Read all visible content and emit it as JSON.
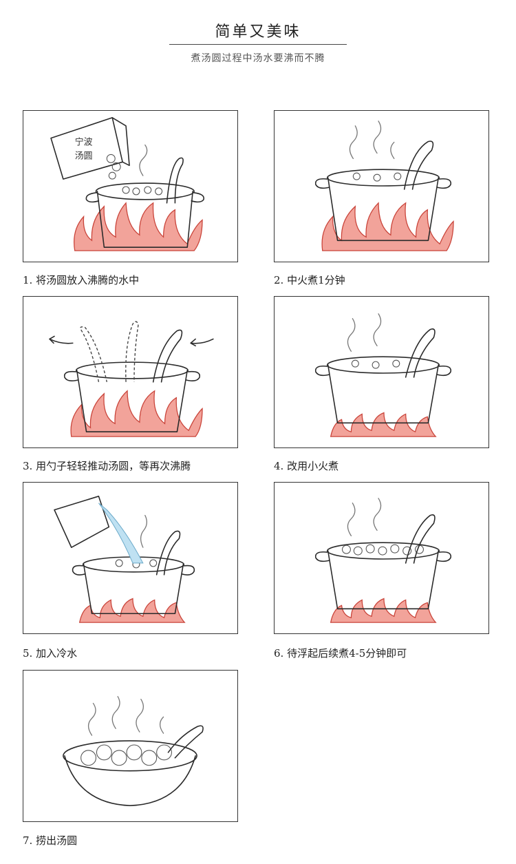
{
  "header": {
    "title": "简单又美味",
    "subtitle": "煮汤圆过程中汤水要沸而不腾"
  },
  "steps": [
    {
      "caption": "1. 将汤圆放入沸腾的水中",
      "bag_text_1": "宁波",
      "bag_text_2": "汤圆"
    },
    {
      "caption": "2. 中火煮1分钟"
    },
    {
      "caption": "3. 用勺子轻轻推动汤圆，等再次沸腾"
    },
    {
      "caption": "4. 改用小火煮"
    },
    {
      "caption": "5. 加入冷水"
    },
    {
      "caption": "6. 待浮起后续煮4-5分钟即可"
    },
    {
      "caption": "7. 捞出汤圆"
    }
  ],
  "colors": {
    "flame_fill": "#f2a39a",
    "flame_stroke": "#c9443a",
    "water": "#bfe1f2",
    "line": "#2a2a2a"
  }
}
